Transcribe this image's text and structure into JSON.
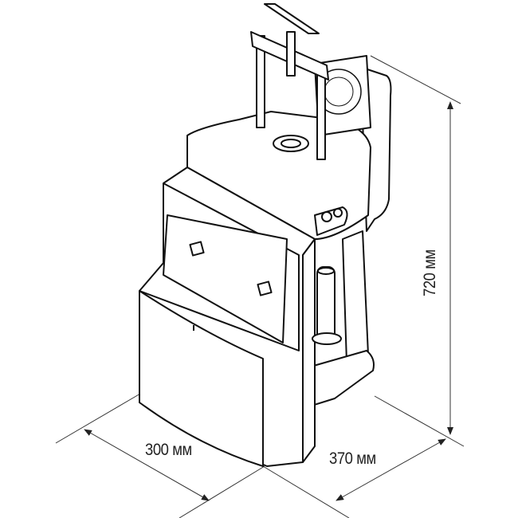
{
  "dimensions": {
    "width_label": "300 мм",
    "depth_label": "370 мм",
    "height_label": "720 мм"
  },
  "colors": {
    "line": "#111111",
    "dimension": "#333333",
    "background": "#ffffff"
  }
}
